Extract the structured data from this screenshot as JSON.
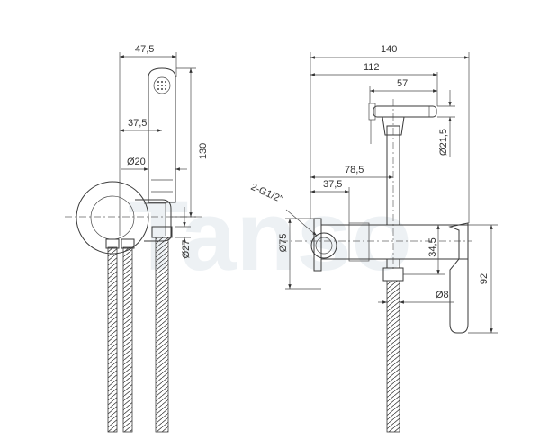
{
  "watermark": "Tanso",
  "side_view": {
    "dim_width_top": "47,5",
    "dim_width_mid": "37,5",
    "dim_diameter_head": "Ø20",
    "dim_height": "130",
    "dim_diameter_hose": "Ø27"
  },
  "front_view": {
    "dim_total_width": "140",
    "dim_body_width": "112",
    "dim_head_width": "57",
    "dim_head_diameter": "Ø21,5",
    "dim_to_outlet": "78,5",
    "dim_to_axis": "37,5",
    "thread_label": "2-G1/2\"",
    "dim_flange_diameter": "Ø75",
    "dim_axis_to_outlet": "34,5",
    "dim_total_height": "92",
    "dim_outlet_diameter": "Ø8"
  }
}
